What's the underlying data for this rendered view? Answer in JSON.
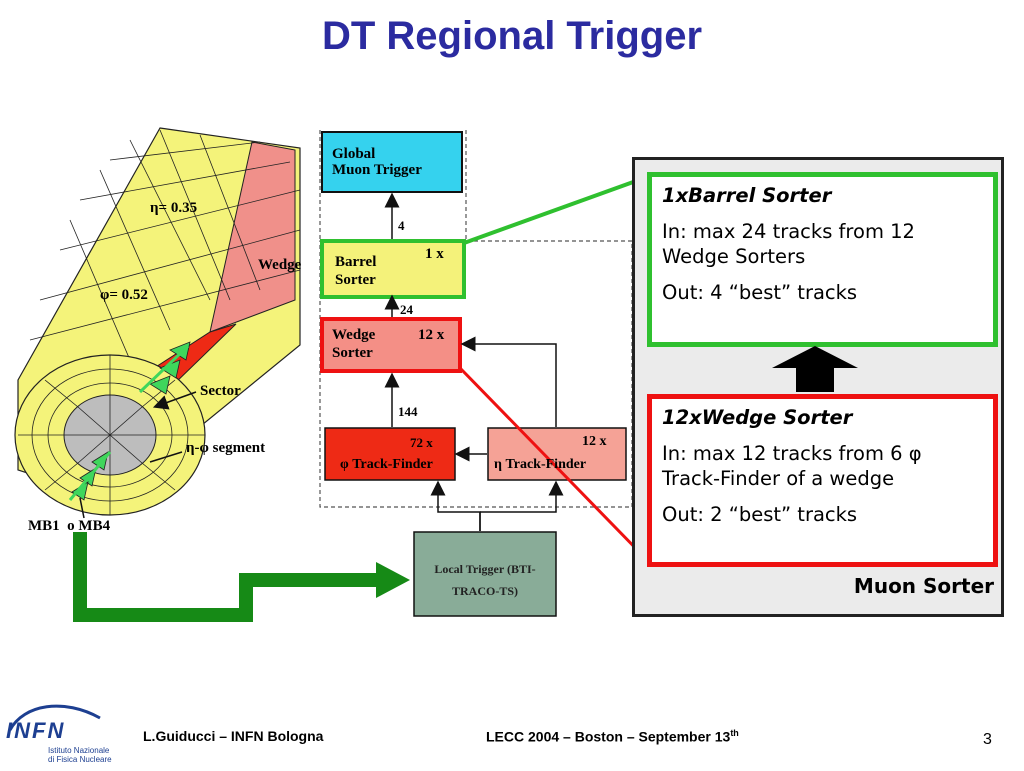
{
  "title": "DT Regional Trigger",
  "detector": {
    "eta_label": "η= 0.35",
    "phi_label": "φ= 0.52",
    "wedge_label": "Wedge",
    "sector_label": "Sector",
    "segment_label": "η-φ segment",
    "mb_label": "MB1  o MB4"
  },
  "flow": {
    "global_line1": "Global",
    "global_line2": "Muon Trigger",
    "n4": "4",
    "barrel_line1": "Barrel",
    "barrel_line2": "Sorter",
    "barrel_mult": "1 x",
    "n24": "24",
    "wedge_line1": "Wedge",
    "wedge_line2": "Sorter",
    "wedge_mult": "12 x",
    "n144": "144",
    "phi_mult": "72 x",
    "phi_label": "φ Track-Finder",
    "eta_mult": "12 x",
    "eta_label": "η Track-Finder",
    "local_line1": "Local Trigger (BTI-",
    "local_line2": "TRACO-TS)"
  },
  "barrel_box": {
    "heading": "1xBarrel Sorter",
    "line1": "In: max 24 tracks from 12 Wedge Sorters",
    "line2": "Out: 4 “best” tracks"
  },
  "wedge_box": {
    "heading": "12xWedge Sorter",
    "line1": "In: max 12 tracks from 6 φ Track-Finder of a wedge",
    "line2": "Out: 2 “best” tracks"
  },
  "panel_label": "Muon Sorter",
  "footer": {
    "logo_text": "INFN",
    "logo_sub1": "Istituto Nazionale",
    "logo_sub2": "di Fisica Nucleare",
    "author": "L.Guiducci – INFN Bologna",
    "conference": "LECC 2004 – Boston – September 13",
    "conference_sup": "th",
    "page": "3"
  },
  "colors": {
    "title": "#2b2ba0",
    "global_box": "#35d2ee",
    "barrel_box": "#f4f27a",
    "wedge_box": "#f48f86",
    "phi_box": "#ee2a15",
    "eta_box": "#f5a296",
    "local_box": "#89ac98",
    "green": "#2fc02f",
    "red": "#ee1111",
    "dark_green": "#168a16"
  }
}
